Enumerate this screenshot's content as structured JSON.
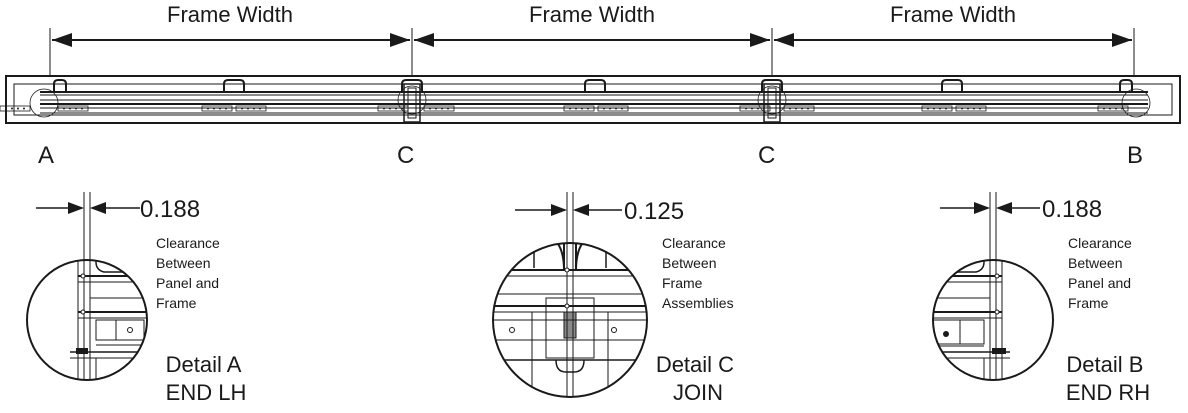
{
  "top_dimensions": [
    "Frame Width",
    "Frame Width",
    "Frame Width"
  ],
  "point_labels": {
    "left": "A",
    "join_1": "C",
    "join_2": "C",
    "right": "B"
  },
  "details": {
    "a": {
      "clearance_value": "0.188",
      "note_lines": [
        "Clearance",
        "Between",
        "Panel and",
        "Frame"
      ],
      "caption_lines": [
        "Detail A",
        "END LH"
      ]
    },
    "c": {
      "clearance_value": "0.125",
      "note_lines": [
        "Clearance",
        "Between",
        "Frame",
        "Assemblies"
      ],
      "caption_lines": [
        "Detail C",
        "JOIN"
      ]
    },
    "b": {
      "clearance_value": "0.188",
      "note_lines": [
        "Clearance",
        "Between",
        "Panel and",
        "Frame"
      ],
      "caption_lines": [
        "Detail B",
        "END RH"
      ]
    }
  },
  "colors": {
    "line": "#1a1a1a",
    "background": "#ffffff"
  }
}
